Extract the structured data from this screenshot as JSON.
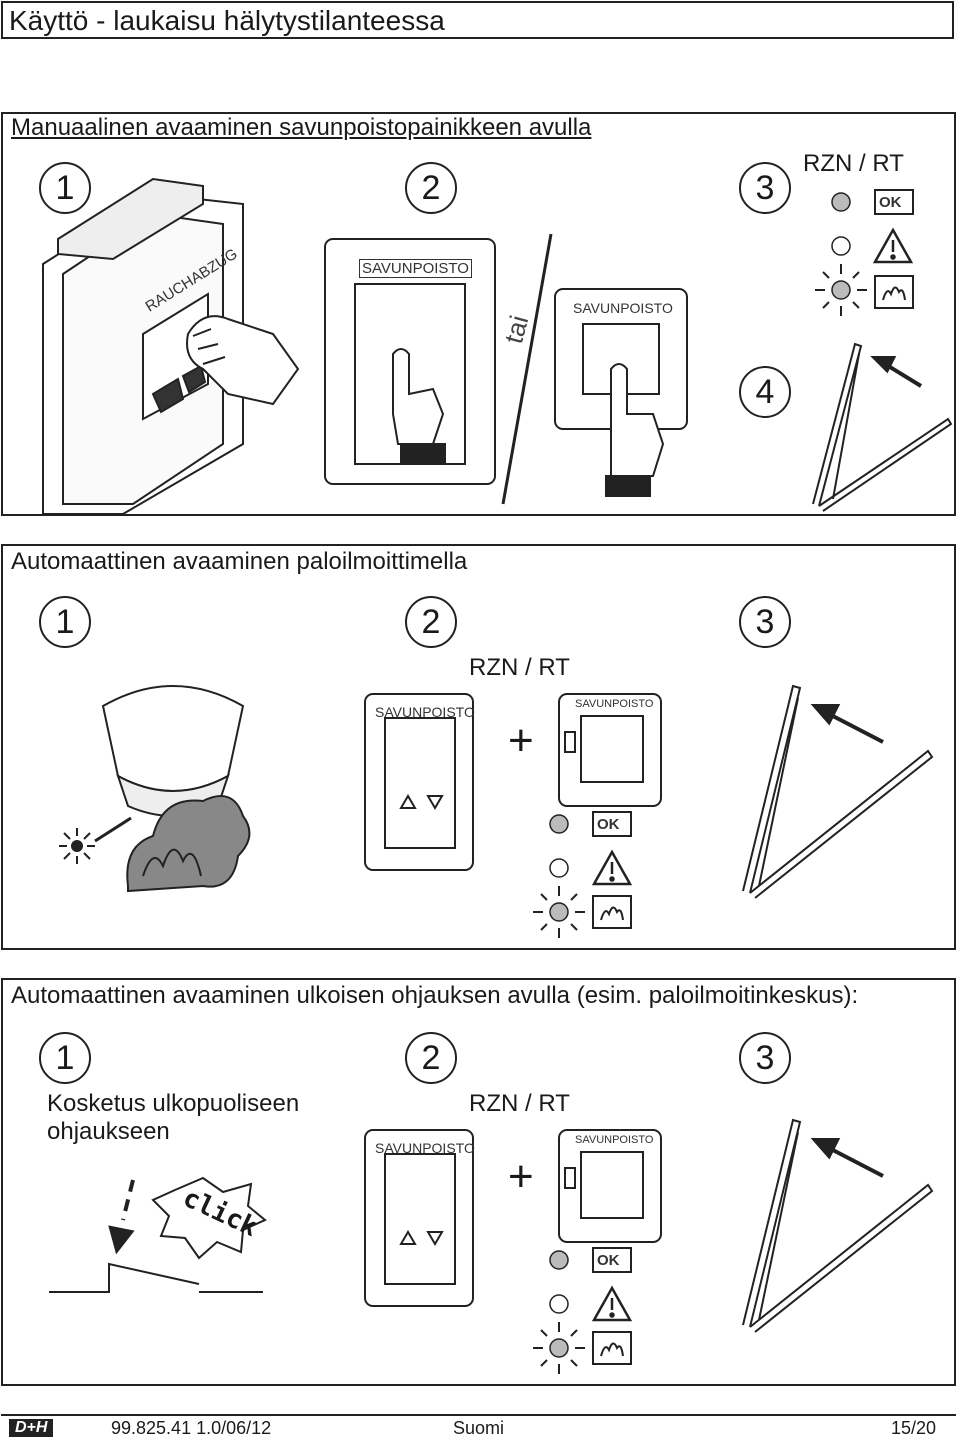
{
  "title": "Käyttö - laukaisu hälytystilanteessa",
  "sections": [
    {
      "heading": "Manuaalinen avaaminen savunpoistopainikkeen avulla",
      "steps": [
        "1",
        "2",
        "3",
        "4"
      ],
      "device_label": "RAUCHABZUG",
      "panel_label_a": "SAVUNPOISTO",
      "panel_label_b": "SAVUNPOISTO",
      "or_label": "tai",
      "indicator_title": "RZN / RT",
      "ok_label": "OK"
    },
    {
      "heading": "Automaattinen avaaminen paloilmoittimella",
      "steps": [
        "1",
        "2",
        "3"
      ],
      "indicator_title": "RZN / RT",
      "panel_label_a": "SAVUNPOISTO",
      "panel_label_b": "SAVUNPOISTO",
      "plus": "+",
      "ok_label": "OK"
    },
    {
      "heading": "Automaattinen avaaminen ulkoisen ohjauksen avulla (esim. paloilmoitinkeskus):",
      "steps": [
        "1",
        "2",
        "3"
      ],
      "contact_text_line1": "Kosketus ulkopuoliseen",
      "contact_text_line2": "ohjaukseen",
      "click_label": "click",
      "indicator_title": "RZN / RT",
      "panel_label_a": "SAVUNPOISTO",
      "panel_label_b": "SAVUNPOISTO",
      "plus": "+",
      "ok_label": "OK"
    }
  ],
  "footer": {
    "logo": "D+H",
    "doc_number": "99.825.41 1.0/06/12",
    "language": "Suomi",
    "page": "15/20"
  },
  "icons": {
    "warning": "warning-triangle-icon",
    "fire": "fire-alarm-icon",
    "led": "led-indicator-icon"
  }
}
